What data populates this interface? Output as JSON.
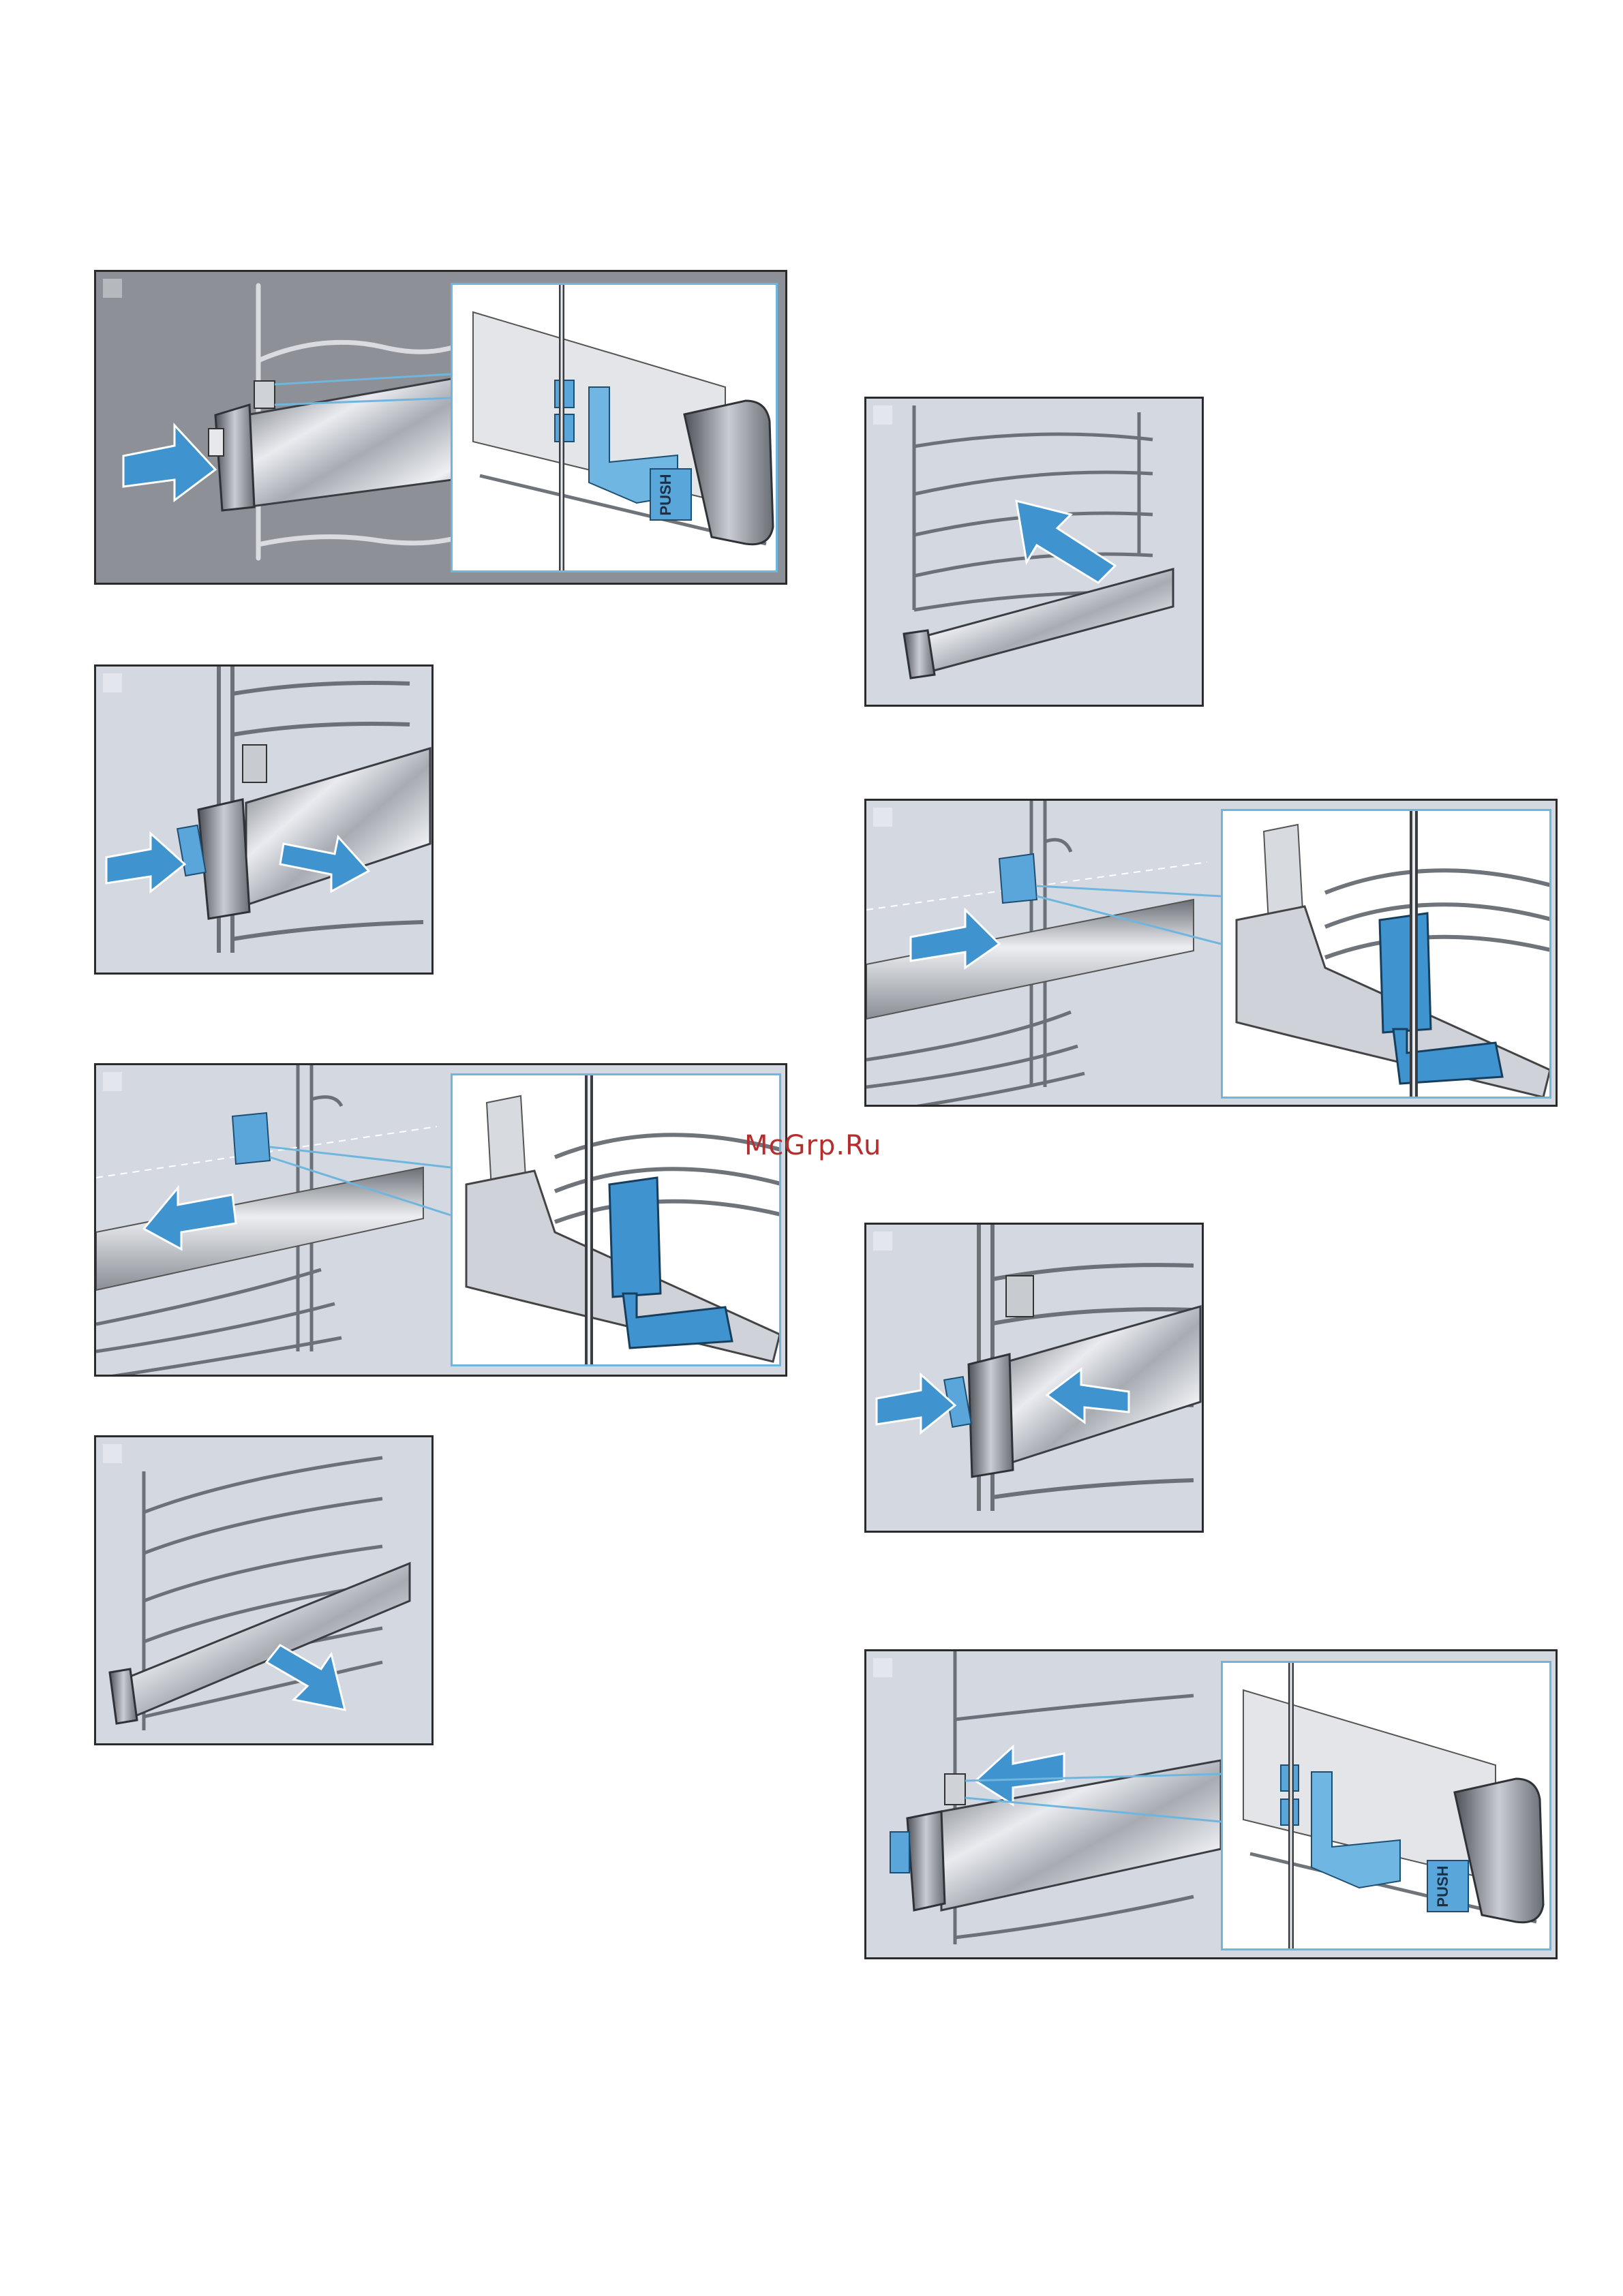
{
  "labels": {
    "push": "PUSH"
  },
  "watermark": {
    "text": "McGrp.Ru"
  },
  "page_number": {
    "text": "",
    "note_visible": "partially cut off at bottom edge"
  },
  "colors": {
    "accent_blue": "#3f93cf",
    "inset_border": "#6fb6de",
    "panel_bg": "#d4d8e1",
    "panel_dark_bg": "#8d9096",
    "steel_light": "#e8eaee",
    "steel_dark": "#5d6168"
  },
  "icons": {
    "arrow": "push-arrow-icon",
    "rail": "telescopic-rail",
    "clip": "rail-clip-icon"
  }
}
